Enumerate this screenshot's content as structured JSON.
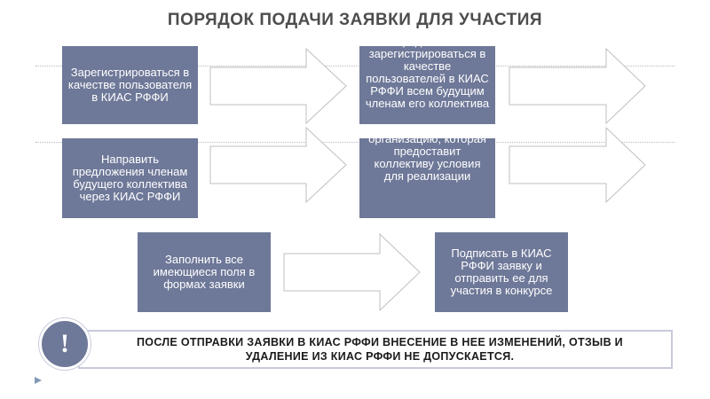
{
  "title": "ПОРЯДОК ПОДАЧИ ЗАЯВКИ ДЛЯ УЧАСТИЯ",
  "boxes": {
    "register": "Зарегистрироваться в качестве пользователя в КИАС РФФИ",
    "offer_register": "Предложить зарегистрироваться в качестве пользователей в КИАС РФФИ всем будущим членам его коллектива",
    "send_offers": "Направить предложения членам будущего коллектива через КИАС РФФИ",
    "organization": "организацию, которая предоставит коллективу условия для реализации",
    "fill_fields": "Заполнить все имеющиеся поля в формах заявки",
    "sign_submit": "Подписать в КИАС РФФИ заявку и отправить ее для участия в конкурсе"
  },
  "warning": {
    "symbol": "!",
    "text": "ПОСЛЕ ОТПРАВКИ ЗАЯВКИ В КИАС РФФИ ВНЕСЕНИЕ В НЕЕ ИЗМЕНЕНИЙ, ОТЗЫВ И УДАЛЕНИЕ ИЗ КИАС РФФИ НЕ ДОПУСКАЕТСЯ."
  },
  "colors": {
    "box_fill": "#6e7898",
    "arrow_stroke": "#bfbfbf",
    "title_text": "#4d4d4d"
  },
  "icons": {
    "warning": "exclamation-icon",
    "corner": "triangle-marker-icon"
  }
}
